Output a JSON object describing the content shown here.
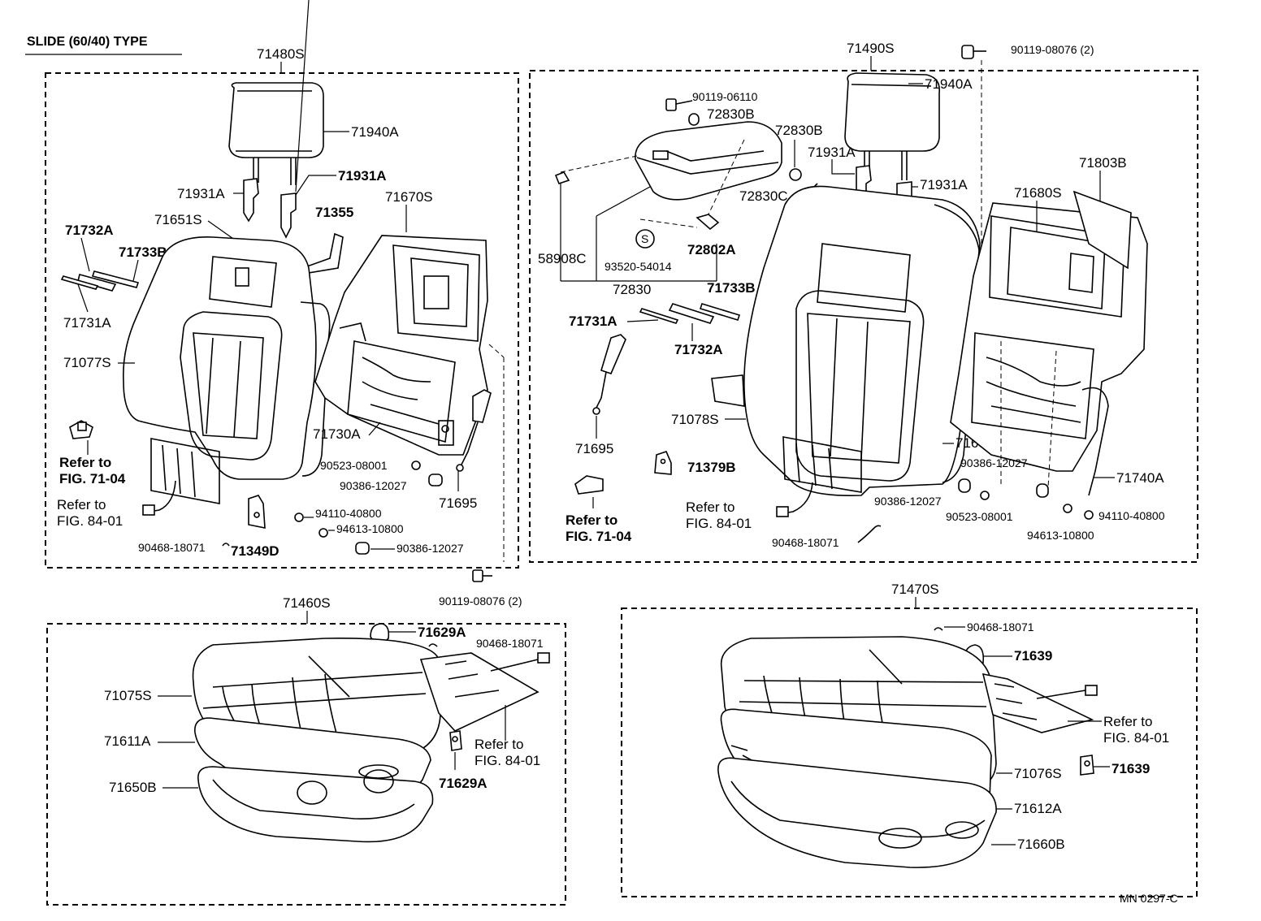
{
  "title": "SLIDE (60/40) TYPE",
  "footer_code": "MN  0297-C",
  "groups": {
    "rear_back_left": "71480S",
    "rear_back_right": "71490S",
    "cushion_left": "71460S",
    "cushion_right": "71470S"
  },
  "labels": {
    "l_71940A": "71940A",
    "l_71931A_a": "71931A",
    "l_71931A_b": "71931A",
    "l_71651S": "71651S",
    "l_71355": "71355",
    "l_71670S": "71670S",
    "l_71732A": "71732A",
    "l_71733B": "71733B",
    "l_71731A": "71731A",
    "l_71077S": "71077S",
    "l_refer_to": "Refer to",
    "l_fig_7104": "FIG. 71-04",
    "l_refer_to_b": "Refer to",
    "l_fig_8401": "FIG. 84-01",
    "l_71730A": "71730A",
    "l_90523_08001": "90523-08001",
    "l_90386_12027": "90386-12027",
    "l_71695": "71695",
    "l_94110_40800": "94110-40800",
    "l_94613_10800": "94613-10800",
    "l_90468_18071": "90468-18071",
    "l_71349D": "71349D",
    "l_90386_12027_b": "90386-12027",
    "l_90119_08076_b": "90119-08076 (2)",
    "r_90119_08076": "90119-08076 (2)",
    "r_90119_06110": "90119-06110",
    "r_72830B_a": "72830B",
    "r_72830B_b": "72830B",
    "r_71940A": "71940A",
    "r_71931A_a": "71931A",
    "r_71931A_b": "71931A",
    "r_71803B": "71803B",
    "r_72830C": "72830C",
    "r_71680S": "71680S",
    "r_58908C": "58908C",
    "r_s": "S",
    "r_72802A": "72802A",
    "r_93520_54014": "93520-54014",
    "r_72830": "72830",
    "r_71733B": "71733B",
    "r_71731A": "71731A",
    "r_71732A": "71732A",
    "r_71078S": "71078S",
    "r_71695": "71695",
    "r_71379B": "71379B",
    "r_71652S": "71652S",
    "r_90386_12027_a": "90386-12027",
    "r_71740A": "71740A",
    "r_refer_to": "Refer to",
    "r_fig_7104": "FIG. 71-04",
    "r_refer_to_b": "Refer to",
    "r_fig_8401": "FIG. 84-01",
    "r_90386_12027_b": "90386-12027",
    "r_90523_08001": "90523-08001",
    "r_94110_40800": "94110-40800",
    "r_94613_10800": "94613-10800",
    "r_90468_18071": "90468-18071",
    "c_71629A_a": "71629A",
    "c_90468_18071": "90468-18071",
    "c_71075S": "71075S",
    "c_71611A": "71611A",
    "c_71650B": "71650B",
    "c_refer_to": "Refer to",
    "c_fig_8401": "FIG. 84-01",
    "c_71629A_b": "71629A",
    "d_90468_18071": "90468-18071",
    "d_71639_a": "71639",
    "d_refer_to": "Refer to",
    "d_fig_8401": "FIG. 84-01",
    "d_71639_b": "71639",
    "d_71076S": "71076S",
    "d_71612A": "71612A",
    "d_71660B": "71660B"
  }
}
